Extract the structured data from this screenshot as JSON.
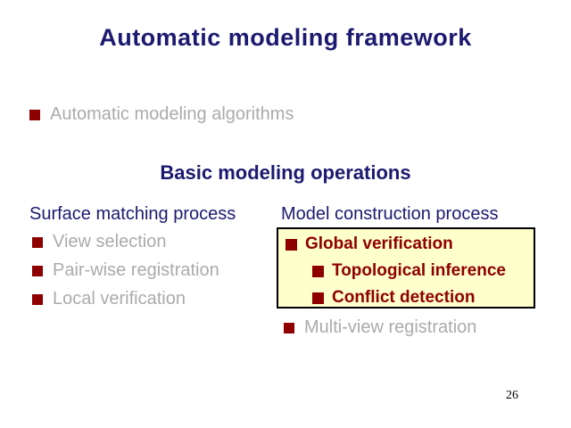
{
  "slide": {
    "title": "Automatic modeling framework",
    "subtitle": "Basic modeling operations",
    "page_number": "26"
  },
  "intro_bullet": {
    "label": "Automatic modeling algorithms"
  },
  "columns": {
    "left": {
      "header": "Surface matching process",
      "items": [
        {
          "label": "View selection"
        },
        {
          "label": "Pair-wise registration"
        },
        {
          "label": "Local verification"
        }
      ]
    },
    "right": {
      "header": "Model construction process",
      "box_items": [
        {
          "label": "Global verification",
          "indent": 0
        },
        {
          "label": "Topological inference",
          "indent": 1
        },
        {
          "label": "Conflict detection",
          "indent": 1
        }
      ],
      "after_box_item": {
        "label": "Multi-view registration"
      }
    }
  },
  "icons": {
    "bullet": "square-bullet-icon"
  },
  "colors": {
    "title_navy": "#1c1a70",
    "bullet_dark_red": "#8e0000",
    "dimmed_gray": "#ababab",
    "box_background": "#ffffcc",
    "box_border": "#000000",
    "slide_background": "#ffffff"
  }
}
